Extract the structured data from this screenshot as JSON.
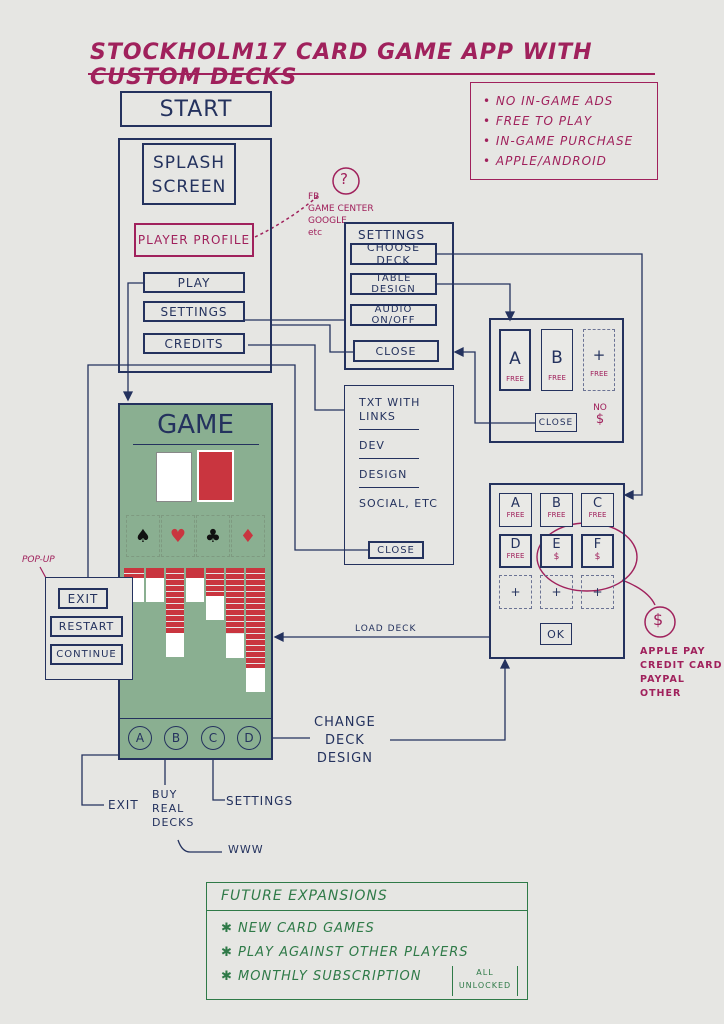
{
  "title": "STOCKHOLM17 CARD GAME APP WITH CUSTOM DECKS",
  "features": [
    "• NO IN-GAME ADS",
    "• FREE TO PLAY",
    "• IN-GAME PURCHASE",
    "• APPLE/ANDROID"
  ],
  "start": "START",
  "splash": [
    "SPLASH",
    "SCREEN"
  ],
  "player_profile": "PLAYER PROFILE",
  "profile_note": {
    "q": "?",
    "lines": [
      "FB",
      "GAME CENTER",
      "GOOGLE",
      "etc"
    ]
  },
  "menu": {
    "play": "PLAY",
    "settings": "SETTINGS",
    "credits": "CREDITS"
  },
  "settings_panel": {
    "title": "SETTINGS",
    "choose_deck": "CHOOSE DECK",
    "table_design": "TABLE DESIGN",
    "audio": "AUDIO ON/OFF",
    "close": "CLOSE"
  },
  "table_panel": {
    "cards": [
      {
        "letter": "A",
        "price": "FREE"
      },
      {
        "letter": "B",
        "price": "FREE"
      },
      {
        "letter": "+",
        "price": "FREE"
      }
    ],
    "close": "CLOSE",
    "note": [
      "NO",
      "$"
    ]
  },
  "credits_panel": {
    "lines": [
      "TXT WITH",
      "LINKS",
      "DEV",
      "DESIGN",
      "SOCIAL, ETC"
    ],
    "close": "CLOSE"
  },
  "deck_panel": {
    "cards": [
      {
        "letter": "A",
        "price": "FREE"
      },
      {
        "letter": "B",
        "price": "FREE"
      },
      {
        "letter": "C",
        "price": "FREE"
      },
      {
        "letter": "D",
        "price": "FREE"
      },
      {
        "letter": "E",
        "price": "$"
      },
      {
        "letter": "F",
        "price": "$"
      }
    ],
    "slots": [
      "+",
      "+",
      "+"
    ],
    "ok": "OK"
  },
  "payment": {
    "symbol": "$",
    "lines": [
      "APPLE PAY",
      "CREDIT CARD",
      "PAYPAL",
      "OTHER"
    ]
  },
  "load_deck": "LOAD DECK",
  "game": {
    "title": "GAME",
    "suits": [
      "♠",
      "♥",
      "♣",
      "♦"
    ],
    "buttons": [
      "A",
      "B",
      "C",
      "D"
    ]
  },
  "popup": {
    "label": "POP-UP",
    "items": [
      "EXIT",
      "RESTART",
      "CONTINUE"
    ]
  },
  "change_deck": [
    "CHANGE",
    "DECK",
    "DESIGN"
  ],
  "bottom_labels": {
    "exit": "EXIT",
    "buy": [
      "BUY",
      "REAL",
      "DECKS"
    ],
    "settings": "SETTINGS",
    "www": "WWW"
  },
  "future": {
    "title": "FUTURE EXPANSIONS",
    "items": [
      "✱ NEW CARD GAMES",
      "✱ PLAY AGAINST OTHER PLAYERS",
      "✱ MONTHLY SUBSCRIPTION"
    ],
    "badge": [
      "ALL",
      "UNLOCKED"
    ]
  },
  "colors": {
    "ink": "#24325e",
    "magenta": "#a0215c",
    "green": "#2f7a48",
    "felt": "#8aaf91",
    "card_red": "#c9353f"
  }
}
